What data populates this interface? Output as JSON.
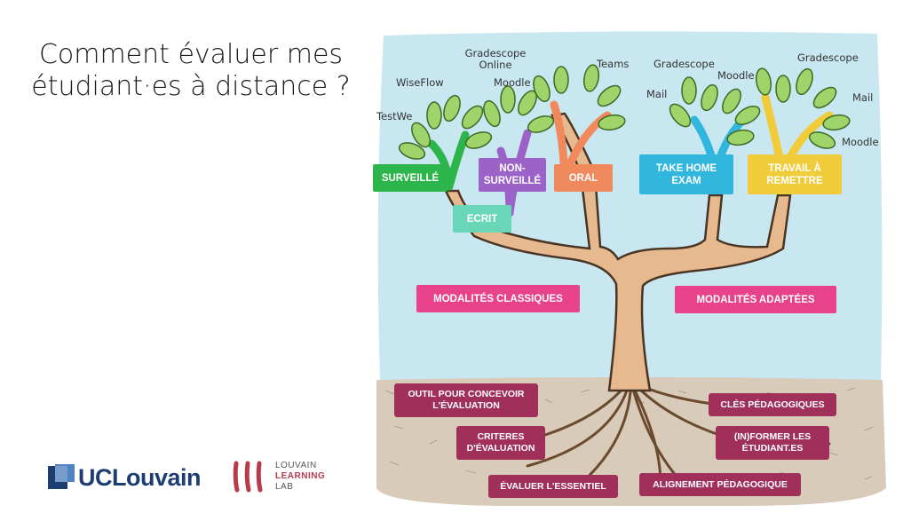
{
  "title": "Comment évaluer mes étudiant·es à distance ?",
  "branches": {
    "surveille": "SURVEILLÉ",
    "ecrit": "ECRIT",
    "non_surveille": "NON-SURVEILLÉ",
    "oral": "ORAL",
    "take_home": "TAKE HOME EXAM",
    "travail": "TRAVAIL À REMETTRE",
    "classiques": "MODALITÉS CLASSIQUES",
    "adaptees": "MODALITÉS ADAPTÉES"
  },
  "tools": {
    "testwe": "TestWe",
    "wiseflow": "WiseFlow",
    "gradescope_online": "Gradescope Online",
    "moodle_left": "Moodle",
    "teams": "Teams",
    "mail_left": "Mail",
    "gradescope_mid": "Gradescope",
    "moodle_mid": "Moodle",
    "gradescope_right": "Gradescope",
    "mail_right": "Mail",
    "moodle_right": "Moodle"
  },
  "roots": {
    "outil": "OUTIL POUR CONCEVOIR L'ÉVALUATION",
    "criteres": "CRITERES D'ÉVALUATION",
    "evaluer": "ÉVALUER L'ESSENTIEL",
    "cles": "CLÉS PÉDAGOGIQUES",
    "informer": "(IN)FORMER LES ÉTUDIANT.ES",
    "alignement": "ALIGNEMENT PÉDAGOGIQUE"
  },
  "logos": {
    "uclouvain": "UCLouvain",
    "lll_line1": "LOUVAIN",
    "lll_line2": "LEARNING",
    "lll_line3": "LAB"
  },
  "colors": {
    "sky": "#c9e7f0",
    "soil": "#d9cbb9",
    "trunk": "#e6b98e",
    "green": "#2bb54a",
    "mint": "#6ad6b8",
    "purple": "#9b62c8",
    "orange": "#f08a5d",
    "cyan": "#31b7de",
    "yellow": "#f0cc3a",
    "pink": "#e8428b",
    "root": "#a0305a",
    "navy": "#1d3d70"
  }
}
